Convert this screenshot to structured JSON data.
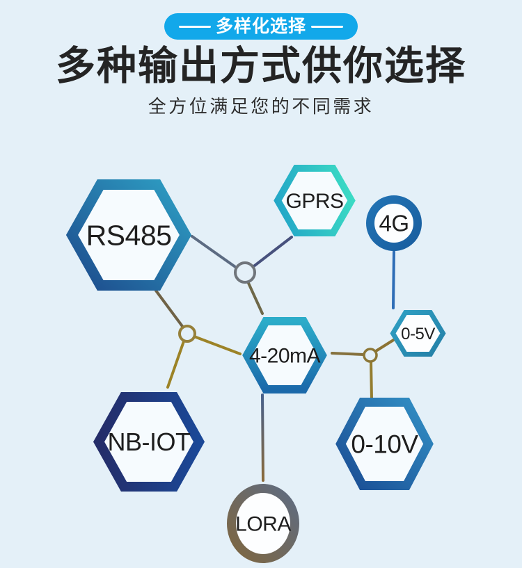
{
  "page": {
    "background": "#e4f0f8"
  },
  "header": {
    "badge": {
      "label": "多样化选择",
      "color": "#12a8ea"
    },
    "title": "多种输出方式供你选择",
    "subtitle": "全方位满足您的不同需求"
  },
  "diagram": {
    "nodes": [
      {
        "id": "rs485",
        "label": "RS485",
        "shape": "hexagon",
        "stroke": [
          "#1d4b8c",
          "#2e9fc4"
        ]
      },
      {
        "id": "gprs",
        "label": "GPRS",
        "shape": "hexagon",
        "stroke": [
          "#23a7c7",
          "#3bdac4"
        ]
      },
      {
        "id": "4g",
        "label": "4G",
        "shape": "circle",
        "stroke": [
          "#2273b4",
          "#195e9f"
        ]
      },
      {
        "id": "0-5v",
        "label": "0-5V",
        "shape": "hexagon",
        "stroke": [
          "#2fa0c4",
          "#247fa6"
        ]
      },
      {
        "id": "4-20ma",
        "label": "4-20mA",
        "shape": "hexagon",
        "stroke": [
          "#2cacc9",
          "#1b69aa"
        ]
      },
      {
        "id": "nb-iot",
        "label": "NB-IOT",
        "shape": "hexagon",
        "stroke": [
          "#242d69",
          "#1b4897"
        ]
      },
      {
        "id": "0-10v",
        "label": "0-10V",
        "shape": "hexagon",
        "stroke": [
          "#1a4c93",
          "#3290c5"
        ]
      },
      {
        "id": "lora",
        "label": "LORA",
        "shape": "circle",
        "stroke": [
          "#7e6640",
          "#5e6c82"
        ]
      }
    ],
    "junction_colors": [
      "#70757b",
      "#96803a",
      "#8c7737"
    ]
  }
}
